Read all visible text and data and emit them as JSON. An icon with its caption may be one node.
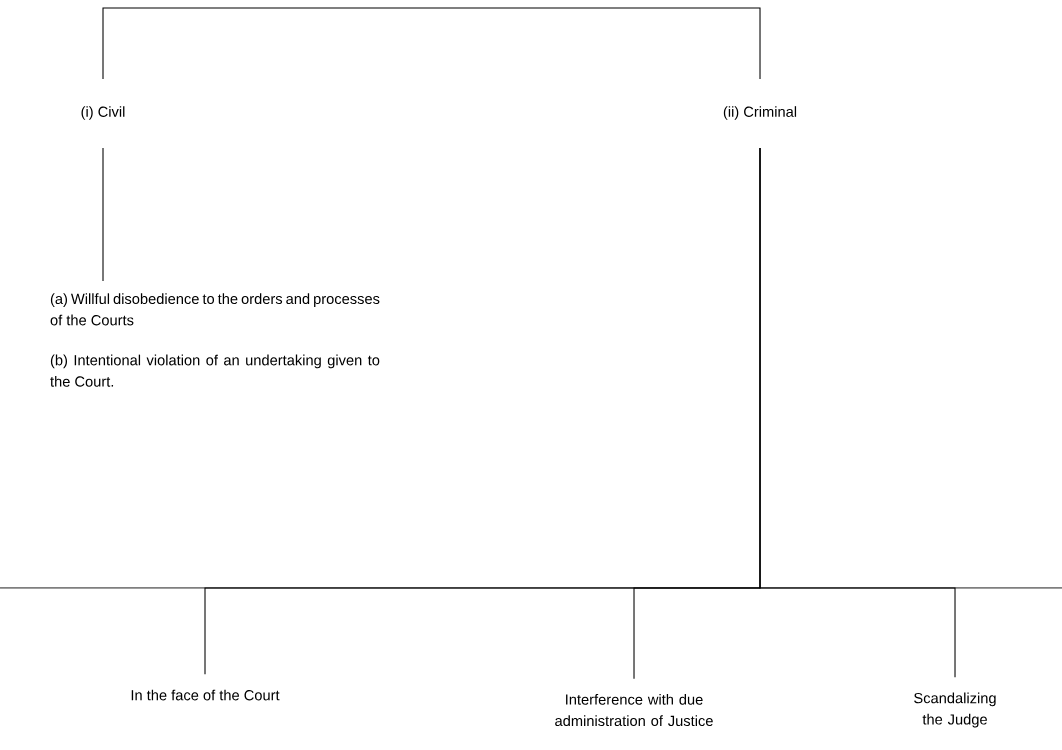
{
  "diagram": {
    "nodes": [
      {
        "text": [
          "(i) Civil"
        ]
      },
      {
        "text": [
          "(ii) Criminal"
        ]
      },
      {
        "text": [
          "(a) Willful disobedience to the orders and processes of the Courts",
          "(b) Intentional violation of an undertaking given to the Court."
        ]
      },
      {
        "text": [
          "In the face of the Court"
        ]
      },
      {
        "text": [
          "Interference with due administration of Justice"
        ]
      },
      {
        "text": [
          "Scandalizing the Judge"
        ]
      }
    ],
    "edges": [
      {
        "from": 0,
        "to": 1,
        "arrow": "none"
      },
      {
        "from": 0,
        "to": 2,
        "arrow": "none"
      },
      {
        "from": 1,
        "to": 3,
        "arrow": "none"
      },
      {
        "from": 1,
        "to": 4,
        "arrow": "none"
      },
      {
        "from": 1,
        "to": 5,
        "arrow": "none"
      }
    ]
  }
}
